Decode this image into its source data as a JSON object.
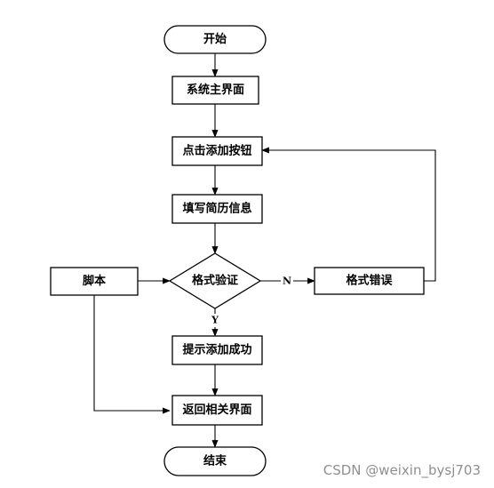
{
  "nodes": {
    "start": "开始",
    "main_ui": "系统主界面",
    "click_add": "点击添加按钮",
    "fill_resume": "填写简历信息",
    "validate": "格式验证",
    "format_error": "格式错误",
    "script": "脚本",
    "add_success": "提示添加成功",
    "return_ui": "返回相关界面",
    "end": "结束"
  },
  "edge_labels": {
    "no": "N",
    "yes": "Y"
  },
  "watermark": "CSDN @weixin_bysj703"
}
